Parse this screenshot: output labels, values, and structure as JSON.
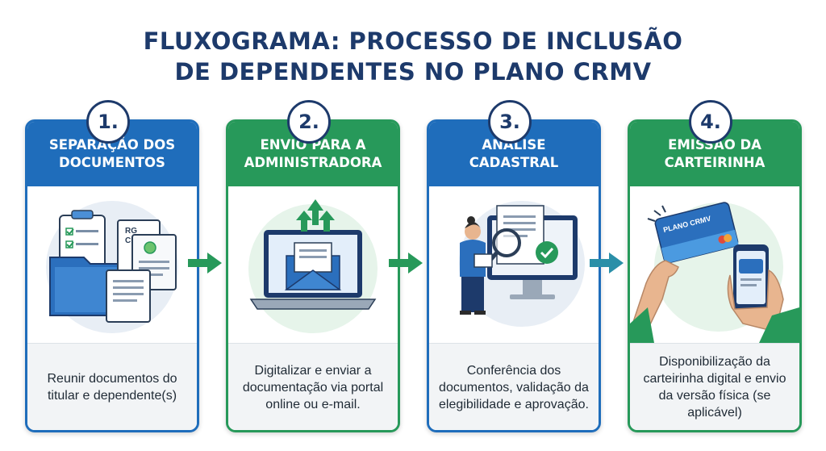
{
  "title": {
    "line1": "FLUXOGRAMA: PROCESSO DE INCLUSÃO",
    "line2": "DE DEPENDENTES NO PLANO CRMV"
  },
  "colors": {
    "navy": "#1d3a6b",
    "blue": "#1f6dbb",
    "green": "#27995a",
    "teal": "#2a8fa8"
  },
  "steps": [
    {
      "number": "1.",
      "title": "SEPARAÇÃO DOS DOCUMENTOS",
      "illustration": "documents-folder-icon",
      "description": "Reunir documentos do titular e dependente(s)",
      "doc_labels": [
        "RG",
        "CPF"
      ]
    },
    {
      "number": "2.",
      "title": "ENVIO PARA A ADMINISTRADORA",
      "illustration": "laptop-upload-envelope-icon",
      "description": "Digitalizar e enviar a documentação via portal online ou e-mail."
    },
    {
      "number": "3.",
      "title": "ANÁLISE CADASTRAL",
      "illustration": "analyst-monitor-check-icon",
      "description": "Conferência dos documentos, validação da elegibilidade e aprovação."
    },
    {
      "number": "4.",
      "title": "EMISSÃO DA CARTEIRINHA",
      "illustration": "card-and-phone-icon",
      "description": "Disponibilização da carteirinha digital e envio da versão física (se aplicável)",
      "card_label": "PLANO CRMV"
    }
  ]
}
